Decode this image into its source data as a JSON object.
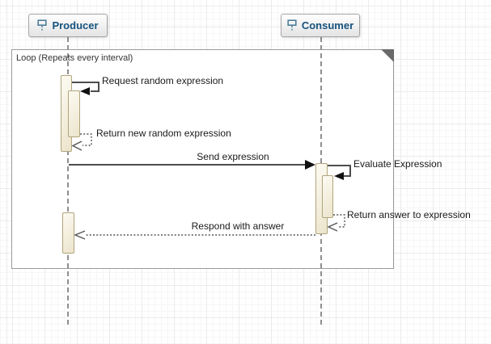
{
  "diagram": {
    "type": "uml-sequence",
    "participants": [
      {
        "name": "Producer"
      },
      {
        "name": "Consumer"
      }
    ],
    "fragment": {
      "label": "Loop (Repeats every interval)"
    },
    "messages": [
      {
        "label": "Request random expression",
        "from": "Producer",
        "to": "Producer",
        "kind": "call-self"
      },
      {
        "label": "Return new random expression",
        "from": "Producer",
        "to": "Producer",
        "kind": "return-self"
      },
      {
        "label": "Send expression",
        "from": "Producer",
        "to": "Consumer",
        "kind": "call"
      },
      {
        "label": "Evaluate Expression",
        "from": "Consumer",
        "to": "Consumer",
        "kind": "call-self"
      },
      {
        "label": "Return answer to expression",
        "from": "Consumer",
        "to": "Consumer",
        "kind": "return-self"
      },
      {
        "label": "Respond with answer",
        "from": "Consumer",
        "to": "Producer",
        "kind": "return"
      }
    ],
    "colors": {
      "participant_text": "#16527e",
      "participant_icon": "#4b7f99",
      "activation_fill": "#f2ecd8",
      "activation_border": "#b1a57c",
      "arrow": "#4d4d4d",
      "frame_border": "#9a9a9a",
      "fold_corner": "#696969",
      "grid_major": "#ebebeb",
      "grid_minor": "#f6f6f6"
    }
  }
}
